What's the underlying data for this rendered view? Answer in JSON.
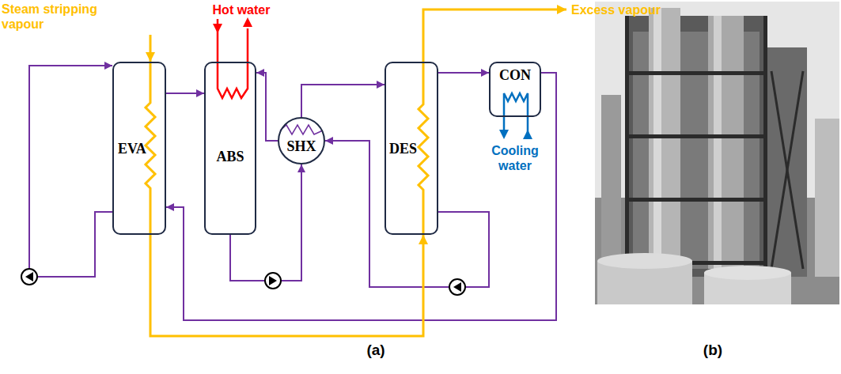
{
  "diagram": {
    "nodes": [
      {
        "text": [
          "EVA"
        ]
      },
      {
        "text": [
          "ABS"
        ]
      },
      {
        "text": [
          "SHX"
        ]
      },
      {
        "text": [
          "DES"
        ]
      },
      {
        "text": [
          "CON"
        ]
      }
    ],
    "edges": [
      {
        "from": 0,
        "to": 1,
        "arrow": "to"
      },
      {
        "from": 1,
        "to": 2,
        "arrow": "to"
      },
      {
        "from": 2,
        "to": 3,
        "arrow": "to"
      },
      {
        "from": 3,
        "to": 2,
        "arrow": "to"
      },
      {
        "from": 2,
        "to": 1,
        "arrow": "to"
      },
      {
        "from": 3,
        "to": 4,
        "arrow": "to"
      },
      {
        "from": 4,
        "to": 0,
        "arrow": "to"
      },
      {
        "from": 0,
        "to": 3,
        "arrow": "to"
      }
    ],
    "labels": [
      "Steam stripping vapour",
      "Hot water",
      "Excess vapour",
      "Cooling water",
      "(a)",
      "(b)"
    ]
  }
}
